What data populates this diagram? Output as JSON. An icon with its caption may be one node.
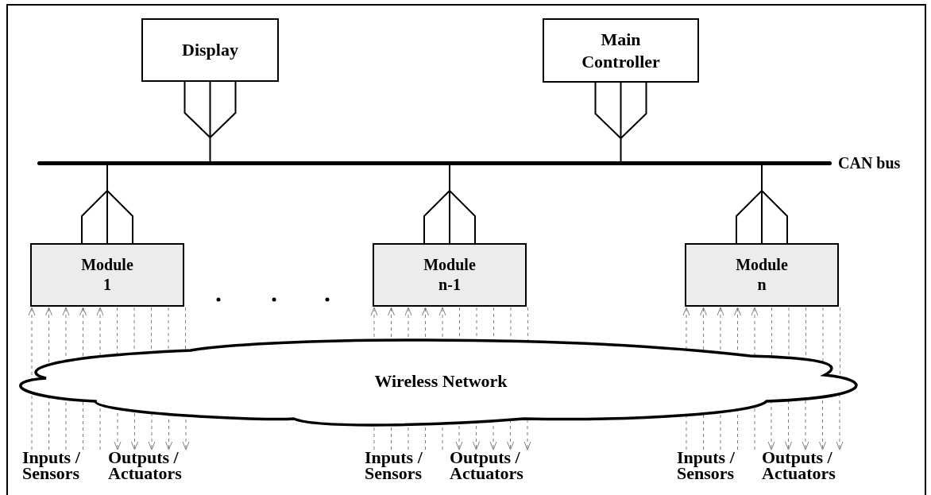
{
  "diagram": {
    "nodes": [
      {
        "text": [
          "Display"
        ]
      },
      {
        "text": [
          "Main Controller"
        ]
      },
      {
        "text": [],
        "shape": "bar",
        "beside": [
          "CAN bus"
        ]
      },
      {
        "text": [
          "Module 1"
        ]
      },
      {
        "text": [
          "Module n-1"
        ]
      },
      {
        "text": [
          "Module n"
        ]
      },
      {
        "text": [
          "Wireless Network"
        ]
      },
      {
        "text": [
          "Inputs / Sensors"
        ]
      },
      {
        "text": [
          "Outputs / Actuators"
        ]
      },
      {
        "text": [
          "Inputs / Sensors"
        ]
      },
      {
        "text": [
          "Outputs / Actuators"
        ]
      },
      {
        "text": [
          "Inputs / Sensors"
        ]
      },
      {
        "text": [
          "Outputs / Actuators"
        ]
      }
    ],
    "edges": [
      {
        "from": 0,
        "to": 2,
        "arrow": "none",
        "color": "#000000"
      },
      {
        "from": 1,
        "to": 2,
        "arrow": "none",
        "color": "#000000"
      },
      {
        "from": 2,
        "to": 3,
        "arrow": "none",
        "color": "#000000"
      },
      {
        "from": 2,
        "to": 4,
        "arrow": "none",
        "color": "#000000"
      },
      {
        "from": 2,
        "to": 5,
        "arrow": "none",
        "color": "#000000"
      },
      {
        "from": 7,
        "to": 6,
        "arrow": "none",
        "style": "dashed",
        "color": "#808080"
      },
      {
        "from": 7,
        "to": 6,
        "arrow": "none",
        "style": "dashed",
        "color": "#808080"
      },
      {
        "from": 7,
        "to": 6,
        "arrow": "none",
        "style": "dashed",
        "color": "#808080"
      },
      {
        "from": 7,
        "to": 6,
        "arrow": "none",
        "style": "dashed",
        "color": "#808080"
      },
      {
        "from": 7,
        "to": 6,
        "arrow": "none",
        "style": "dashed",
        "color": "#808080"
      },
      {
        "from": 6,
        "to": 3,
        "arrow": "to",
        "style": "dashed",
        "color": "#808080"
      },
      {
        "from": 6,
        "to": 3,
        "arrow": "to",
        "style": "dashed",
        "color": "#808080"
      },
      {
        "from": 6,
        "to": 3,
        "arrow": "to",
        "style": "dashed",
        "color": "#808080"
      },
      {
        "from": 6,
        "to": 3,
        "arrow": "to",
        "style": "dashed",
        "color": "#808080"
      },
      {
        "from": 6,
        "to": 3,
        "arrow": "to",
        "style": "dashed",
        "color": "#808080"
      },
      {
        "from": 3,
        "to": 6,
        "arrow": "none",
        "style": "dashed",
        "color": "#808080"
      },
      {
        "from": 3,
        "to": 6,
        "arrow": "none",
        "style": "dashed",
        "color": "#808080"
      },
      {
        "from": 3,
        "to": 6,
        "arrow": "none",
        "style": "dashed",
        "color": "#808080"
      },
      {
        "from": 3,
        "to": 6,
        "arrow": "none",
        "style": "dashed",
        "color": "#808080"
      },
      {
        "from": 3,
        "to": 6,
        "arrow": "none",
        "style": "dashed",
        "color": "#808080"
      },
      {
        "from": 6,
        "to": 8,
        "arrow": "to",
        "style": "dashed",
        "color": "#808080"
      },
      {
        "from": 6,
        "to": 8,
        "arrow": "to",
        "style": "dashed",
        "color": "#808080"
      },
      {
        "from": 6,
        "to": 8,
        "arrow": "to",
        "style": "dashed",
        "color": "#808080"
      },
      {
        "from": 6,
        "to": 8,
        "arrow": "to",
        "style": "dashed",
        "color": "#808080"
      },
      {
        "from": 6,
        "to": 8,
        "arrow": "to",
        "style": "dashed",
        "color": "#808080"
      },
      {
        "from": 9,
        "to": 6,
        "arrow": "none",
        "style": "dashed",
        "color": "#808080"
      },
      {
        "from": 9,
        "to": 6,
        "arrow": "none",
        "style": "dashed",
        "color": "#808080"
      },
      {
        "from": 9,
        "to": 6,
        "arrow": "none",
        "style": "dashed",
        "color": "#808080"
      },
      {
        "from": 9,
        "to": 6,
        "arrow": "none",
        "style": "dashed",
        "color": "#808080"
      },
      {
        "from": 9,
        "to": 6,
        "arrow": "none",
        "style": "dashed",
        "color": "#808080"
      },
      {
        "from": 6,
        "to": 4,
        "arrow": "to",
        "style": "dashed",
        "color": "#808080"
      },
      {
        "from": 6,
        "to": 4,
        "arrow": "to",
        "style": "dashed",
        "color": "#808080"
      },
      {
        "from": 6,
        "to": 4,
        "arrow": "to",
        "style": "dashed",
        "color": "#808080"
      },
      {
        "from": 6,
        "to": 4,
        "arrow": "to",
        "style": "dashed",
        "color": "#808080"
      },
      {
        "from": 6,
        "to": 4,
        "arrow": "to",
        "style": "dashed",
        "color": "#808080"
      },
      {
        "from": 4,
        "to": 6,
        "arrow": "none",
        "style": "dashed",
        "color": "#808080"
      },
      {
        "from": 4,
        "to": 6,
        "arrow": "none",
        "style": "dashed",
        "color": "#808080"
      },
      {
        "from": 4,
        "to": 6,
        "arrow": "none",
        "style": "dashed",
        "color": "#808080"
      },
      {
        "from": 4,
        "to": 6,
        "arrow": "none",
        "style": "dashed",
        "color": "#808080"
      },
      {
        "from": 4,
        "to": 6,
        "arrow": "none",
        "style": "dashed",
        "color": "#808080"
      },
      {
        "from": 6,
        "to": 10,
        "arrow": "to",
        "style": "dashed",
        "color": "#808080"
      },
      {
        "from": 6,
        "to": 10,
        "arrow": "to",
        "style": "dashed",
        "color": "#808080"
      },
      {
        "from": 6,
        "to": 10,
        "arrow": "to",
        "style": "dashed",
        "color": "#808080"
      },
      {
        "from": 6,
        "to": 10,
        "arrow": "to",
        "style": "dashed",
        "color": "#808080"
      },
      {
        "from": 6,
        "to": 10,
        "arrow": "to",
        "style": "dashed",
        "color": "#808080"
      },
      {
        "from": 11,
        "to": 6,
        "arrow": "none",
        "style": "dashed",
        "color": "#808080"
      },
      {
        "from": 11,
        "to": 6,
        "arrow": "none",
        "style": "dashed",
        "color": "#808080"
      },
      {
        "from": 11,
        "to": 6,
        "arrow": "none",
        "style": "dashed",
        "color": "#808080"
      },
      {
        "from": 11,
        "to": 6,
        "arrow": "none",
        "style": "dashed",
        "color": "#808080"
      },
      {
        "from": 11,
        "to": 6,
        "arrow": "none",
        "style": "dashed",
        "color": "#808080"
      },
      {
        "from": 6,
        "to": 5,
        "arrow": "to",
        "style": "dashed",
        "color": "#808080"
      },
      {
        "from": 6,
        "to": 5,
        "arrow": "to",
        "style": "dashed",
        "color": "#808080"
      },
      {
        "from": 6,
        "to": 5,
        "arrow": "to",
        "style": "dashed",
        "color": "#808080"
      },
      {
        "from": 6,
        "to": 5,
        "arrow": "to",
        "style": "dashed",
        "color": "#808080"
      },
      {
        "from": 6,
        "to": 5,
        "arrow": "to",
        "style": "dashed",
        "color": "#808080"
      },
      {
        "from": 5,
        "to": 6,
        "arrow": "none",
        "style": "dashed",
        "color": "#808080"
      },
      {
        "from": 5,
        "to": 6,
        "arrow": "none",
        "style": "dashed",
        "color": "#808080"
      },
      {
        "from": 5,
        "to": 6,
        "arrow": "none",
        "style": "dashed",
        "color": "#808080"
      },
      {
        "from": 5,
        "to": 6,
        "arrow": "none",
        "style": "dashed",
        "color": "#808080"
      },
      {
        "from": 5,
        "to": 6,
        "arrow": "none",
        "style": "dashed",
        "color": "#808080"
      },
      {
        "from": 6,
        "to": 12,
        "arrow": "to",
        "style": "dashed",
        "color": "#808080"
      },
      {
        "from": 6,
        "to": 12,
        "arrow": "to",
        "style": "dashed",
        "color": "#808080"
      },
      {
        "from": 6,
        "to": 12,
        "arrow": "to",
        "style": "dashed",
        "color": "#808080"
      },
      {
        "from": 6,
        "to": 12,
        "arrow": "to",
        "style": "dashed",
        "color": "#808080"
      },
      {
        "from": 6,
        "to": 12,
        "arrow": "to",
        "style": "dashed",
        "color": "#808080"
      }
    ]
  }
}
